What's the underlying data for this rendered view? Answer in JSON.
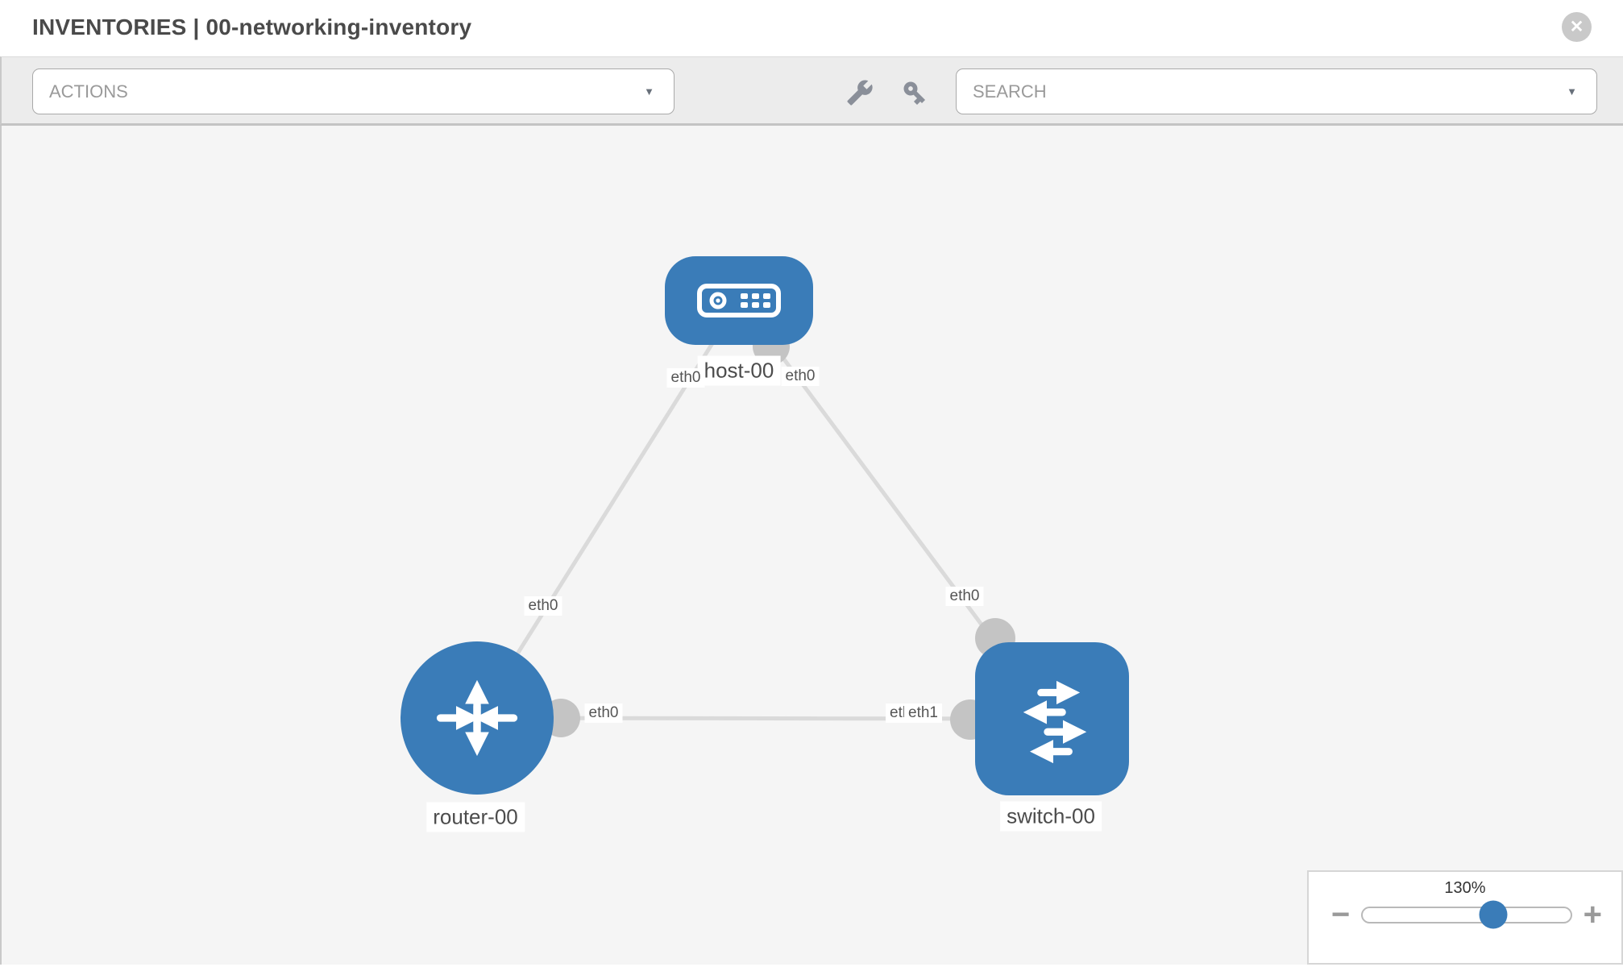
{
  "header": {
    "title": "INVENTORIES | 00-networking-inventory",
    "close_glyph": "✕"
  },
  "toolbar": {
    "actions": {
      "label": "ACTIONS",
      "caret": "▼"
    },
    "search": {
      "label": "SEARCH",
      "caret": "▼"
    }
  },
  "canvas": {
    "nodes": [
      {
        "id": "host-00",
        "label": "host-00",
        "type": "host"
      },
      {
        "id": "router-00",
        "label": "router-00",
        "type": "router"
      },
      {
        "id": "switch-00",
        "label": "switch-00",
        "type": "switch"
      }
    ],
    "links": [
      {
        "from": "host-00",
        "to": "router-00",
        "from_interface": "eth0",
        "to_interface": "eth0"
      },
      {
        "from": "host-00",
        "to": "switch-00",
        "from_interface": "eth0",
        "to_interface": "eth0"
      },
      {
        "from": "router-00",
        "to": "switch-00",
        "from_interface": "eth0",
        "to_interface": "eth1"
      }
    ],
    "interface_labels": [
      {
        "text": "eth0",
        "at": "host-left"
      },
      {
        "text": "eth0",
        "at": "host-right"
      },
      {
        "text": "eth0",
        "at": "router-top"
      },
      {
        "text": "eth0",
        "at": "link-router-side"
      },
      {
        "text": "eth0",
        "at": "link-switch-side-under"
      },
      {
        "text": "eth1",
        "at": "link-switch-side"
      },
      {
        "text": "eth0",
        "at": "switch-top"
      }
    ]
  },
  "zoom": {
    "percent": "130%",
    "minus_glyph": "−",
    "plus_glyph": "+"
  },
  "colors": {
    "node_blue": "#3a7cb8",
    "edge_gray": "#dadada",
    "port_gray": "#c4c4c4",
    "toolbar_bg": "#ececec",
    "canvas_bg": "#f5f5f5"
  }
}
